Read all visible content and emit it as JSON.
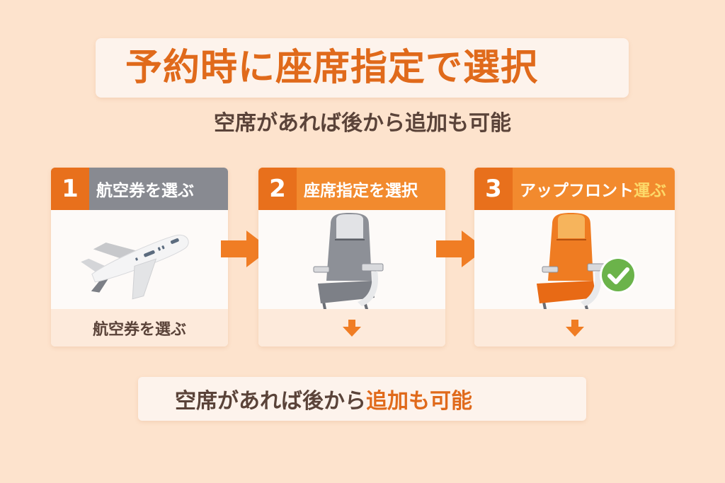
{
  "header": {
    "title": "予約時に座席指定で選択",
    "subtitle": "空席があれば後から追加も可能"
  },
  "steps": [
    {
      "number": "1",
      "label": "航空券を選ぶ",
      "icon": "airplane-icon",
      "footer": "航空券を選ぶ",
      "header_color": "#888a91"
    },
    {
      "number": "2",
      "label": "座席指定を選択",
      "icon": "gray-seat-icon",
      "footer_icon": "down-arrow-icon",
      "header_color": "#f28a2e"
    },
    {
      "number": "3",
      "label_main": "アップフロント",
      "label_highlight": "運ぶ",
      "icon": "orange-seat-check-icon",
      "footer_icon": "down-arrow-icon",
      "header_color": "#f28a2e"
    }
  ],
  "connectors": [
    "right-arrow-icon",
    "right-arrow-icon"
  ],
  "footer_note": {
    "text_main": "空席があれば後から",
    "text_highlight": "追加も可能"
  },
  "colors": {
    "background": "#fde3cd",
    "accent": "#e06a1b",
    "header_orange": "#f28a2e",
    "header_gray": "#888a91",
    "highlight_yellow": "#fcd96a",
    "check_green": "#6bb34a",
    "text_dark": "#5a4339"
  }
}
